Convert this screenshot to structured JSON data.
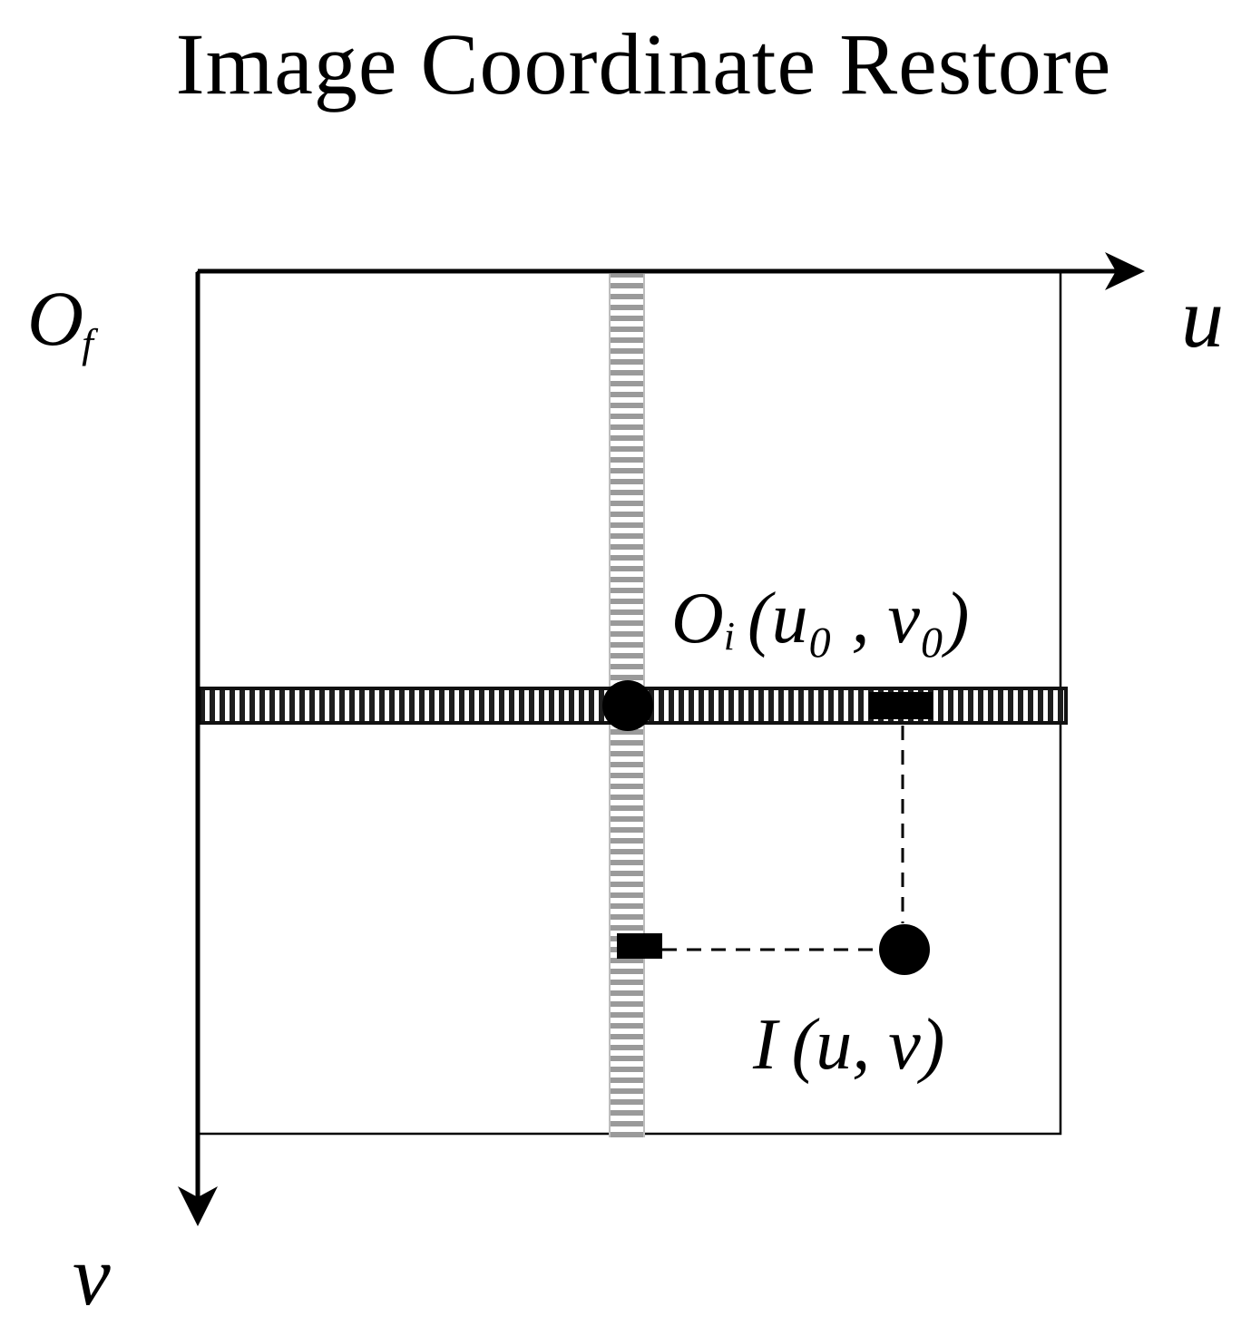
{
  "title": "Image Coordinate Restore",
  "labels": {
    "frame_origin": {
      "main": "O",
      "sub": "f"
    },
    "u_axis": "u",
    "v_axis": "v",
    "image_center": {
      "main": "O",
      "sub": "i",
      "coords": "(u₀ , v₀)"
    },
    "point": {
      "main": "I",
      "coords": "(u, v)"
    }
  },
  "colors": {
    "line": "#000000",
    "vertical_band": "#9a9a9a",
    "horizontal_band": "#2a2a2a",
    "background": "#ffffff"
  }
}
